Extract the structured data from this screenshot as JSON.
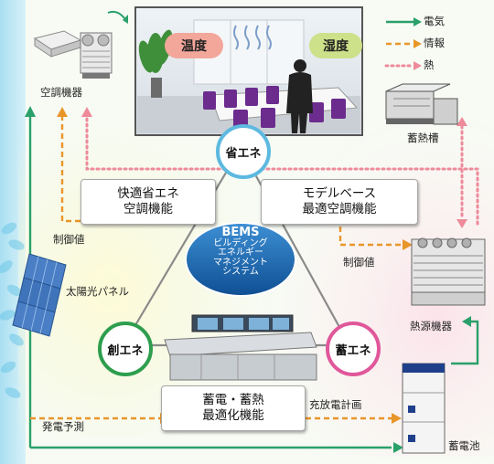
{
  "legend": {
    "electricity": "電気",
    "information": "情報",
    "heat": "熱"
  },
  "room": {
    "temperature": "温度",
    "humidity": "湿度"
  },
  "center": {
    "title": "BEMS",
    "lines": [
      "ビルディング",
      "エネルギー",
      "マネジメント",
      "システム"
    ]
  },
  "pillars": {
    "save": "省エネ",
    "create": "創エネ",
    "store": "蓄エネ"
  },
  "functions": {
    "comfort": [
      "快適省エネ",
      "空調機能"
    ],
    "model": [
      "モデルベース",
      "最適空調機能"
    ],
    "storage": [
      "蓄電・蓄熱",
      "最適化機能"
    ]
  },
  "equipment": {
    "air_conditioner": "空調機器",
    "thermal_tank": "蓄熱槽",
    "heat_source": "熱源機器",
    "solar_panel": "太陽光パネル",
    "battery": "蓄電池"
  },
  "signals": {
    "control_left": "制御値",
    "control_right": "制御値",
    "generation_forecast": "発電予測",
    "charge_plan": "充放電計画"
  },
  "colors": {
    "electricity": "#2aa06a",
    "information": "#e8962a",
    "heat": "#ee8a9a",
    "save_ring": "#5db9e0",
    "create_ring": "#2e9e4e",
    "store_ring": "#e0579a",
    "bems_bubble": "#1f6fb8",
    "temp_pill": "#f2a79a",
    "humid_pill": "#cde08a"
  }
}
